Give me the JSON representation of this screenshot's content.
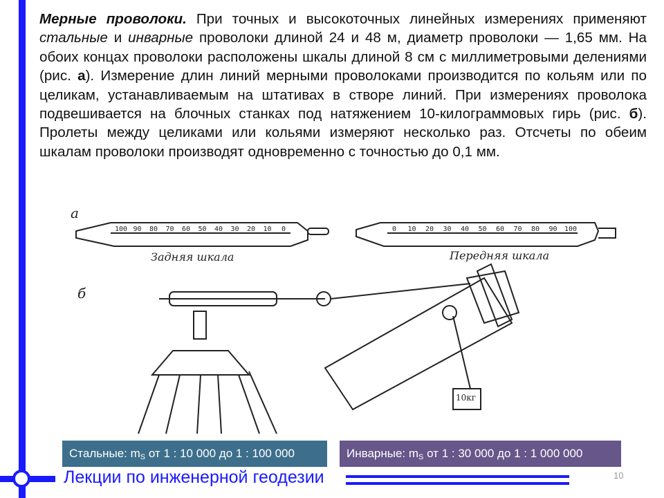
{
  "body": {
    "heading": "Мерные проволоки.",
    "t1": " При точных и высокоточных линейных измерениях применяют ",
    "steel": "стальные",
    "t2": " и ",
    "invar": "инварные",
    "t3": " проволоки длиной 24 и 48 м, диаметр проволоки — 1,65 мм. На обоих концах проволоки расположены шкалы длиной 8 см с миллиметровыми делениями (рис. ",
    "ref_a": "а",
    "t4": "). Измерение длин линий мерными проволоками производится по кольям или по целикам, устанавливаемым на штативах в створе линий. При измерениях проволока подвешивается на блочных станках под натяжением 10-килограммовых гирь (рис. ",
    "ref_b": "б",
    "t5": "). Пролеты между целиками или кольями измеряют несколько раз. Отсчеты по обеим шкалам проволоки производят одновременно с точностью до 0,1 мм."
  },
  "figure": {
    "label_a": "а",
    "label_b": "б",
    "rear_scale_caption": "Задняя шкала",
    "front_scale_caption": "Передняя шкала",
    "rear_ticks": [
      "100",
      "90",
      "80",
      "70",
      "60",
      "50",
      "40",
      "30",
      "20",
      "10",
      "0"
    ],
    "front_ticks": [
      "0",
      "10",
      "20",
      "30",
      "40",
      "50",
      "60",
      "70",
      "80",
      "90",
      "100"
    ],
    "weight_label": "10кг"
  },
  "boxes": {
    "steel_prefix": "Стальные: m",
    "steel_sub": "S",
    "steel_suffix": " от 1 : 10 000 до 1 : 100 000",
    "invar_prefix": "Инварные: m",
    "invar_sub": "S",
    "invar_suffix": " от 1 : 30 000 до 1 : 1 000 000"
  },
  "footer": {
    "title": "Лекции по инженерной геодезии",
    "page_number": "10"
  },
  "colors": {
    "accent_blue": "#1a1aff",
    "steel_box": "#3d6f8c",
    "invar_box": "#66568a"
  }
}
